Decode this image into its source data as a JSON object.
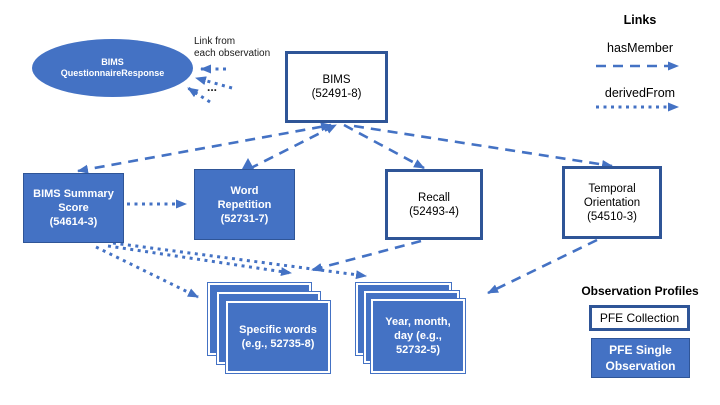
{
  "ellipse": {
    "line1": "BIMS",
    "line2": "QuestionnaireResponse"
  },
  "link_note": {
    "line1": "Link from",
    "line2": "each observation",
    "ellipsis": "..."
  },
  "nodes": {
    "bims": {
      "line1": "BIMS",
      "line2": "(52491-8)"
    },
    "summary_score": {
      "line1": "BIMS Summary",
      "line2": "Score",
      "line3": "(54614-3)"
    },
    "word_repetition": {
      "line1": "Word",
      "line2": "Repetition",
      "line3": "(52731-7)"
    },
    "recall": {
      "line1": "Recall",
      "line2": "(52493-4)"
    },
    "temporal_orientation": {
      "line1": "Temporal",
      "line2": "Orientation",
      "line3": "(54510-3)"
    },
    "specific_words": {
      "line1": "Specific words",
      "line2": "(e.g., 52735-8)"
    },
    "year_month_day": {
      "line1": "Year, month,",
      "line2": "day (e.g.,",
      "line3": "52732-5)"
    }
  },
  "legend_links": {
    "title": "Links",
    "has_member": "hasMember",
    "derived_from": "derivedFrom"
  },
  "legend_profiles": {
    "title": "Observation Profiles",
    "collection": "PFE Collection",
    "single_line1": "PFE Single",
    "single_line2": "Observation"
  },
  "colors": {
    "fill_blue": "#4472C4",
    "border_navy": "#2F5597",
    "arrow_blue": "#4472C4"
  }
}
